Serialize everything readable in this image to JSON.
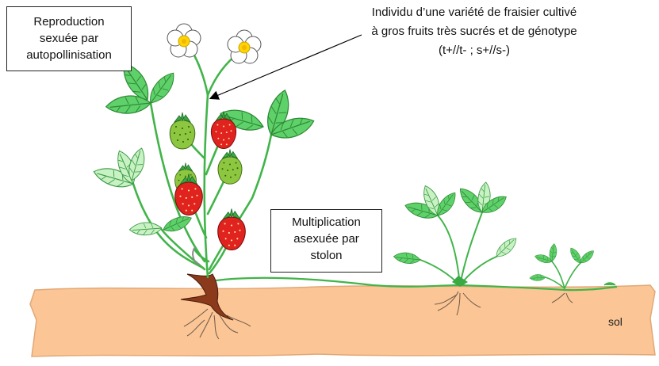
{
  "labels": {
    "sexual_reproduction": [
      "Reproduction",
      "sexuée par",
      "autopollinisation"
    ],
    "asexual_multiplication": [
      "Multiplication",
      "asexuée par",
      "stolon"
    ],
    "individual_caption": [
      "Individu d’une variété de fraisier cultivé",
      "à gros fruits très sucrés et de génotype",
      "(t+//t- ; s+//s-)"
    ],
    "soil": "sol"
  },
  "colors": {
    "soil": "#fbc595",
    "soil_edge": "#e2a877",
    "leaf": "#5fd16a",
    "leaf_light": "#c8f2c4",
    "stem": "#41b449",
    "ripe_fruit": "#e0231f",
    "unripe_fruit": "#8dc63f",
    "flower": "#ffffff",
    "flower_center": "#ffd400"
  }
}
